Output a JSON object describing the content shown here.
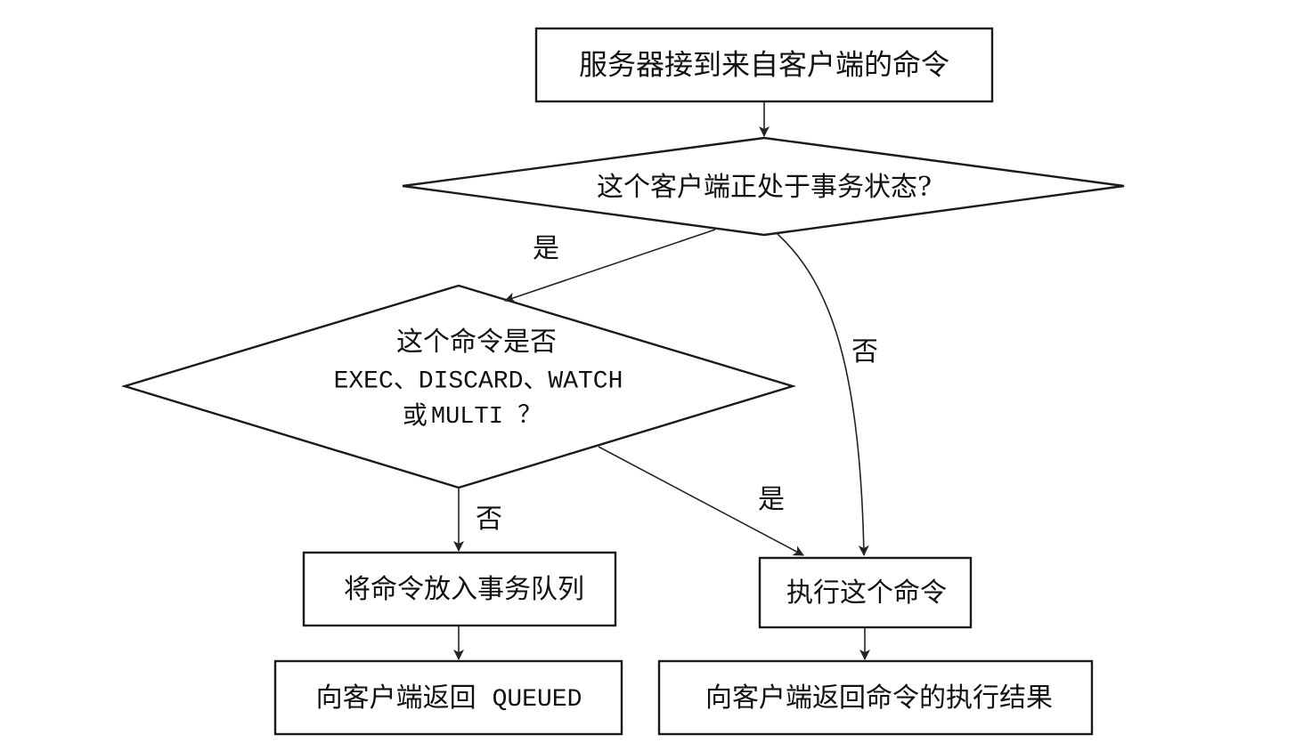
{
  "diagram": {
    "nodes": {
      "receive": {
        "text": "服务器接到来自客户端的命令"
      },
      "in_transaction": {
        "text": "这个客户端正处于事务状态?"
      },
      "is_special": {
        "line1": "这个命令是否",
        "line2": "EXEC、DISCARD、WATCH",
        "line3_cjk": "或",
        "line3_mono": "MULTI ？"
      },
      "enqueue": {
        "text": "将命令放入事务队列"
      },
      "execute": {
        "text": "执行这个命令"
      },
      "reply_queued": {
        "text_cjk": "向客户端返回",
        "text_mono": "QUEUED"
      },
      "reply_result": {
        "text": "向客户端返回命令的执行结果"
      }
    },
    "edges": {
      "in_tx_yes": "是",
      "in_tx_no": "否",
      "special_no": "否",
      "special_yes": "是"
    }
  }
}
